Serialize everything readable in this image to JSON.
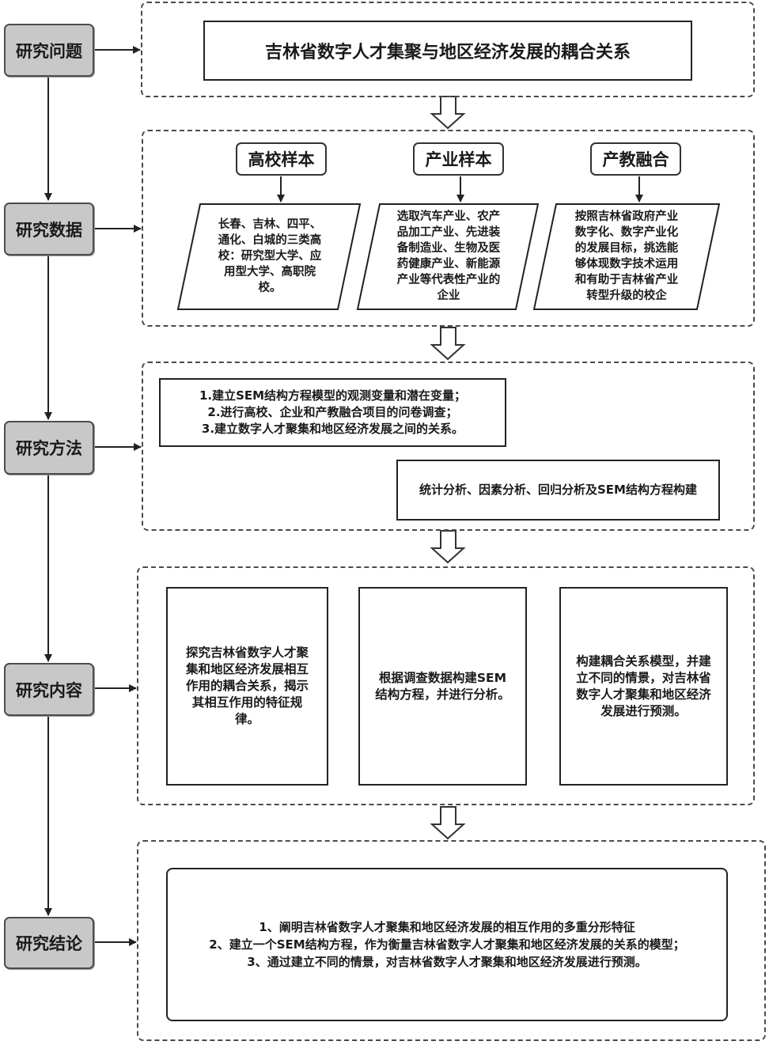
{
  "stages": [
    {
      "label": "研究问题"
    },
    {
      "label": "研究数据"
    },
    {
      "label": "研究方法"
    },
    {
      "label": "研究内容"
    },
    {
      "label": "研究结论"
    }
  ],
  "question": {
    "title": "吉林省数字人才集聚与地区经济发展的耦合关系"
  },
  "data_section": {
    "samples": [
      {
        "heading": "高校样本",
        "text": "长春、吉林、四平、\n通化、白城的三类高\n校：研究型大学、应\n用型大学、高职院\n校。"
      },
      {
        "heading": "产业样本",
        "text": "选取汽车产业、农产\n品加工产业、先进装\n备制造业、生物及医\n药健康产业、新能源\n产业等代表性产业的\n企业"
      },
      {
        "heading": "产教融合",
        "text": "按照吉林省政府产业\n数字化、数字产业化\n的发展目标，挑选能\n够体现数字技术运用\n和有助于吉林省产业\n转型升级的校企"
      }
    ]
  },
  "method_section": {
    "steps": "1.建立SEM结构方程模型的观测变量和潜在变量；\n2.进行高校、企业和产教融合项目的问卷调查；\n3.建立数字人才聚集和地区经济发展之间的关系。",
    "analysis": "统计分析、因素分析、回归分析及SEM结构方程构建"
  },
  "content_section": {
    "items": [
      {
        "text": "探究吉林省数字人才聚\n集和地区经济发展相互\n作用的耦合关系，揭示\n其相互作用的特征规\n律。"
      },
      {
        "text": "根据调查数据构建SEM\n结构方程，并进行分析。"
      },
      {
        "text": "构建耦合关系模型，并建\n立不同的情景，对吉林省\n数字人才聚集和地区经济\n发展进行预测。"
      }
    ]
  },
  "conclusion_section": {
    "text": "1、阐明吉林省数字人才聚集和地区经济发展的相互作用的多重分形特征\n2、建立一个SEM结构方程，作为衡量吉林省数字人才聚集和地区经济发展的关系的模型；\n3、通过建立不同的情景，对吉林省数字人才聚集和地区经济发展进行预测。"
  }
}
